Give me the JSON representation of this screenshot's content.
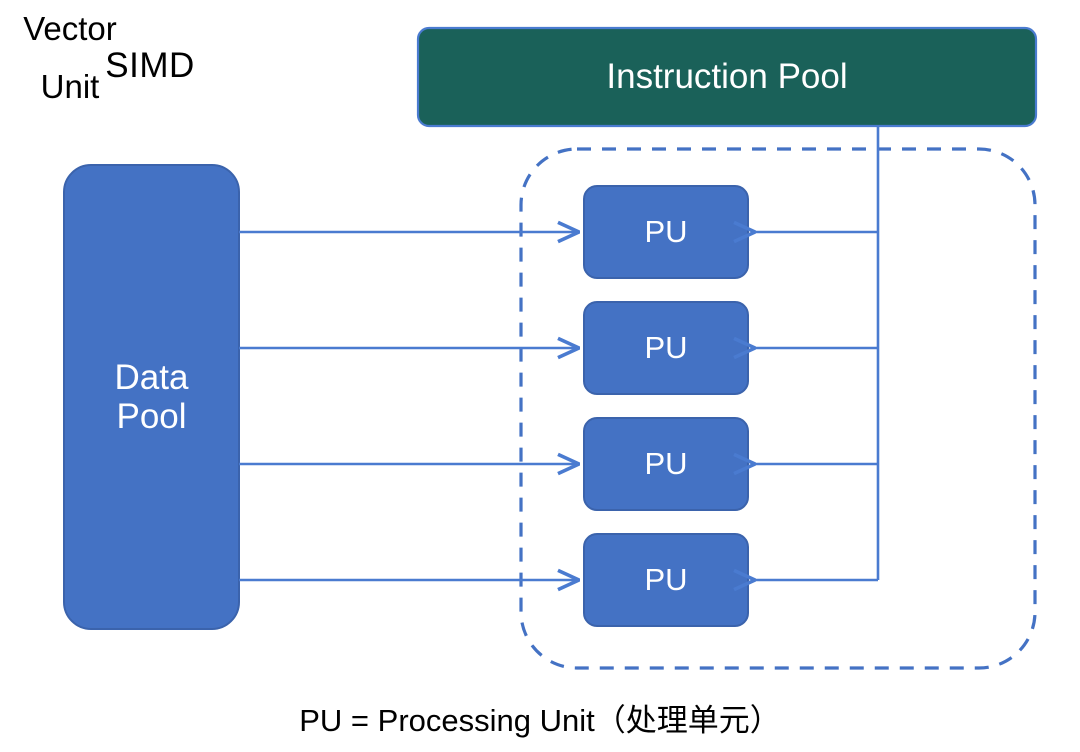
{
  "diagram": {
    "title": "SIMD",
    "caption": "PU = Processing Unit（处理单元）",
    "colors": {
      "pool_blue": "#4472C4",
      "instruction_teal": "#1A6159",
      "connector_blue": "#4A7BD0",
      "dashed_blue": "#4472C4",
      "box_text": "#FFFFFF",
      "plain_text": "#000000",
      "background": "#FFFFFF"
    },
    "instruction_pool": {
      "label": "Instruction Pool"
    },
    "data_pool": {
      "line1": "Data",
      "line2": "Pool"
    },
    "vector_unit": {
      "line1": "Vector",
      "line2": "Unit"
    },
    "processing_units": [
      {
        "label": "PU"
      },
      {
        "label": "PU"
      },
      {
        "label": "PU"
      },
      {
        "label": "PU"
      }
    ]
  }
}
